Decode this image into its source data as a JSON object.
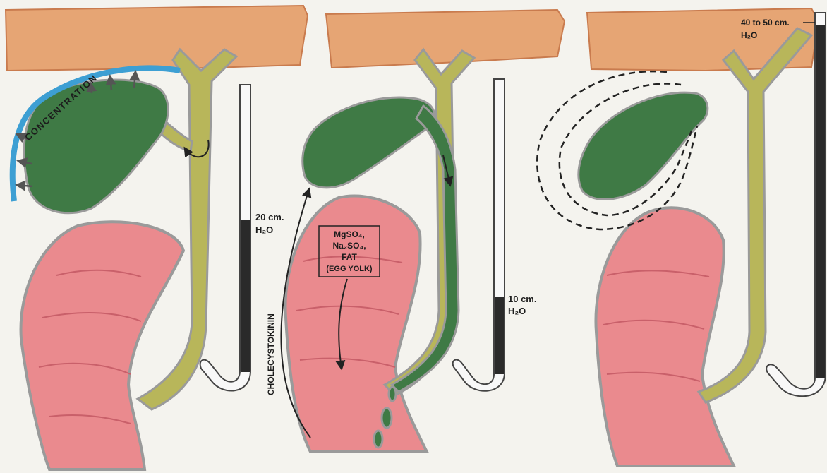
{
  "panel1": {
    "concentration_label": "CONCENTRATION",
    "manometer_value": "20 cm.",
    "manometer_unit": "H₂O"
  },
  "panel2": {
    "stimulus_lines": [
      "MgSO₄,",
      "Na₂SO₄,",
      "FAT",
      "(EGG YOLK)"
    ],
    "hormone_label": "CHOLECYSTOKININ",
    "manometer_value": "10 cm.",
    "manometer_unit": "H₂O"
  },
  "panel3": {
    "manometer_value": "40 to 50 cm.",
    "manometer_unit": "H₂O"
  },
  "colors": {
    "liver": "#e6a574",
    "liver_dark": "#c97b4e",
    "duct": "#b8b65a",
    "bile": "#3f7a45",
    "bile_dark": "#2f5e34",
    "intestine": "#ea8a8e",
    "intestine_dark": "#c9606a",
    "blue_vessel": "#3d9fd3",
    "outline": "#9a9a9a"
  }
}
